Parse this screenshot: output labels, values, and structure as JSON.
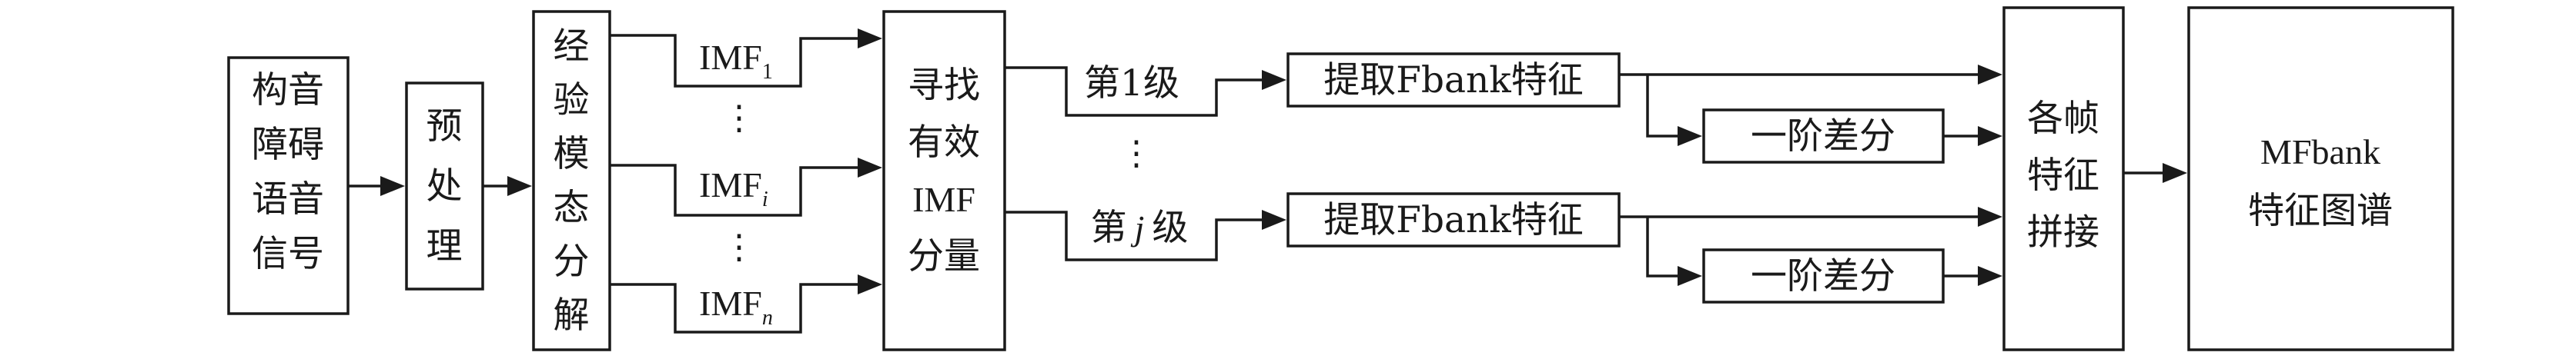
{
  "nodes": {
    "signal": [
      "构音",
      "障碍",
      "语音",
      "信号"
    ],
    "preprocess": [
      "预",
      "处",
      "理"
    ],
    "emd": [
      "经",
      "验",
      "模",
      "态",
      "分",
      "解"
    ],
    "find_imf": [
      "寻找",
      "有效",
      "IMF",
      "分量"
    ],
    "fbank_1": "提取Fbank特征",
    "fbank_j": "提取Fbank特征",
    "delta_1": "一阶差分",
    "delta_j": "一阶差分",
    "splice": [
      "各帧",
      "特征",
      "拼接"
    ],
    "mfbank": [
      "MFbank",
      "特征图谱"
    ]
  },
  "edge_labels": {
    "imf_1": {
      "base": "IMF",
      "sub": "1"
    },
    "imf_i": {
      "base": "IMF",
      "sub": "i"
    },
    "imf_n": {
      "base": "IMF",
      "sub": "n"
    },
    "level_1": "第1级",
    "level_j": {
      "prefix": "第",
      "var": "j",
      "suffix": "级"
    },
    "ellipsis_vertical": "⋮"
  }
}
